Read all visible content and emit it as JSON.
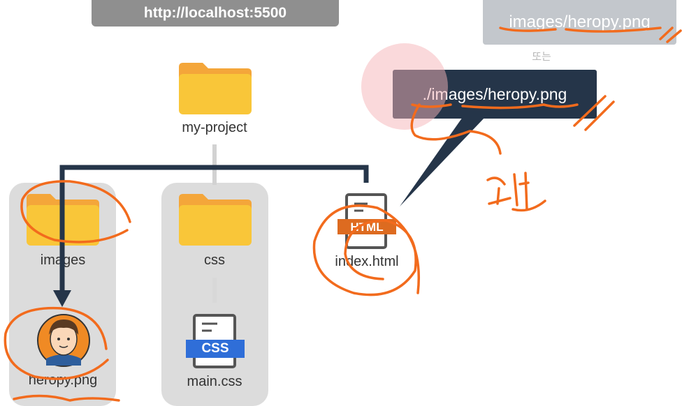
{
  "url_bar": {
    "text": "http://localhost:5500"
  },
  "path_examples": {
    "top": "images/heropy.png",
    "separator": "또는",
    "main": "./images/heropy.png"
  },
  "tree": {
    "root": {
      "label": "my-project"
    },
    "images_folder": {
      "label": "images"
    },
    "css_folder": {
      "label": "css"
    },
    "index_file": {
      "label": "index.html",
      "badge": "HTML"
    },
    "heropy_file": {
      "label": "heropy.png"
    },
    "main_css_file": {
      "label": "main.css",
      "badge": "CSS"
    }
  },
  "colors": {
    "folder": "#f9c639",
    "folder_tab": "#f4a63a",
    "connector": "#253549",
    "html_badge": "#dd6b20",
    "css_badge": "#2f6ed8",
    "annotation": "#f26b1d"
  },
  "icons": [
    "folder-icon",
    "html-file-icon",
    "css-file-icon",
    "avatar-image"
  ]
}
